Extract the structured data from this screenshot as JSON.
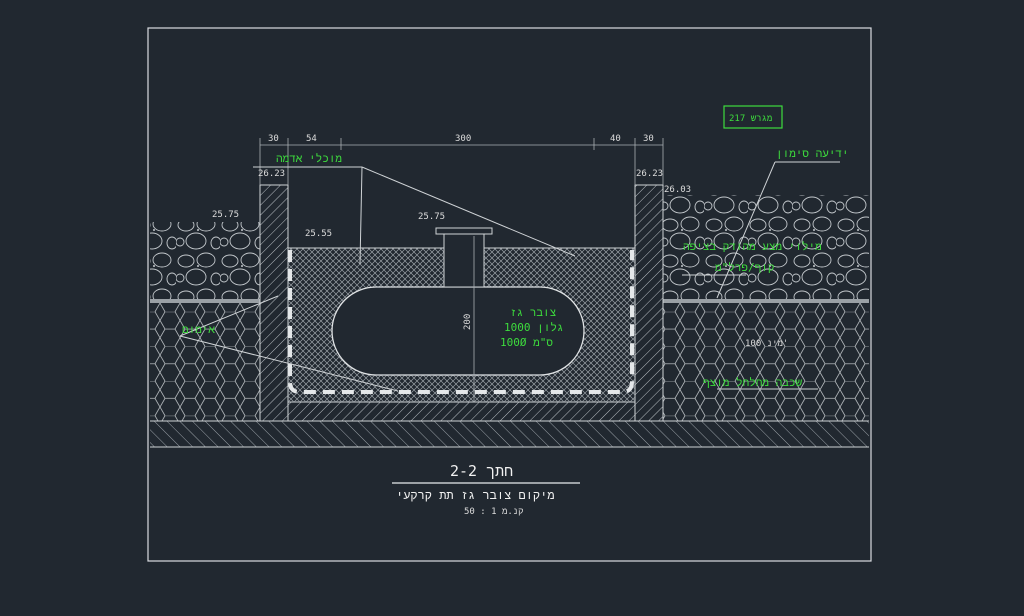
{
  "drawing": {
    "title": "חתך 2-2",
    "subtitle": "מיקום צובר גז תת קרקעי",
    "scale": "קנ.מ 1 : 50"
  },
  "dimensions": {
    "top": [
      "30",
      "54",
      "300",
      "40",
      "30"
    ],
    "height": "200",
    "depth_note": "100 מינ'"
  },
  "levels": {
    "left_wall_top": "26.23",
    "right_wall_top": "26.23",
    "right_ground": "26.03",
    "left_ground": "25.75",
    "cover_top": "25.75",
    "inner_fill": "25.55"
  },
  "labels": {
    "tag": "217 מגרש",
    "earth_wall": "מוכלי אדמה",
    "warning_tape": "ידיעה סימון",
    "fill_line1": "מילוי מצע מהודק בציפה",
    "fill_line2": "קוף/פרל\"מ",
    "tank_line1": "צובר גז",
    "tank_line2": "1000 גלון",
    "tank_line3": "100Ø ס\"מ",
    "anchors": "אימום",
    "stone_layer": "שכבה מחלחל מוצף"
  },
  "colors": {
    "background": "#212830",
    "linework": "#cfd3d6",
    "annotation": "#3ddc3d"
  }
}
